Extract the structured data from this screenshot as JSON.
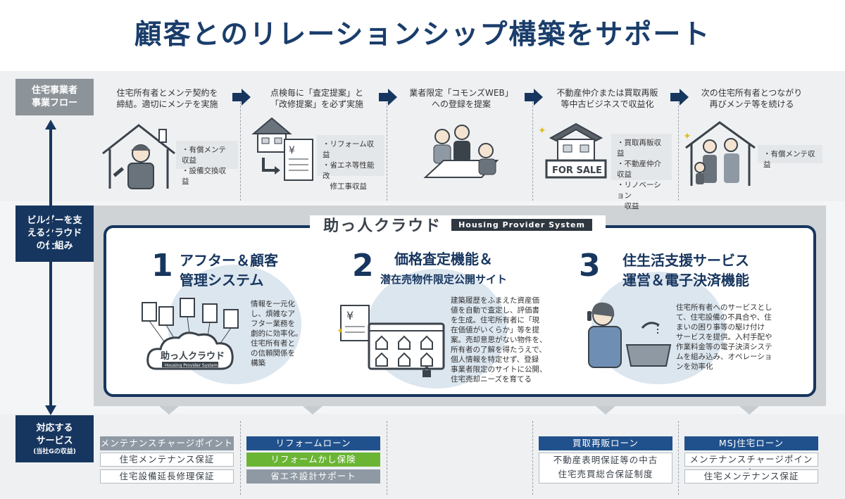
{
  "title": "顧客とのリレーションシップ構築をサポート",
  "labels": {
    "flow": "住宅事業者\n事業フロー",
    "cloud": "ビルダーを支\nえるクラウド\nの仕組み",
    "services_main": "対応する\nサービス",
    "services_sub": "(当社Gの収益)"
  },
  "steps": [
    {
      "text": "住宅所有者とメンテ契約を\n締結。適切にメンテを実施",
      "bullets": "・有償メンテ収益\n・設備交換収益"
    },
    {
      "text": "点検毎に「査定提案」と\n「改修提案」を必ず実施",
      "bullets": "・リフォーム収益\n・省エネ等性能改\n　修工事収益"
    },
    {
      "text": "業者限定「コモンズWEB」\nへの登録を提案",
      "bullets": ""
    },
    {
      "text": "不動産仲介または買取再販\n等中古ビジネスで収益化",
      "bullets": "・買取再販収益\n・不動産仲介収益\n・リノベーション\n　収益"
    },
    {
      "text": "次の住宅所有者とつながり\n再びメンテ等を続ける",
      "bullets": "・有償メンテ収益"
    }
  ],
  "sale_sign": "FOR SALE",
  "cloud": {
    "logo": "助っ人クラウド",
    "tag": "Housing Provider System",
    "small_logo": "助っ人クラウド",
    "small_tag": "Housing Provider System"
  },
  "features": [
    {
      "num": "1",
      "title": "アフター＆顧客\n管理システム",
      "desc": "情報を一元化\nし、煩雑なア\nフター業務を\n劇的に効率化。\n住宅所有者と\nの信頼関係を\n構築"
    },
    {
      "num": "2",
      "title": "価格査定機能＆",
      "subtitle": "潜在売物件限定公開サイト",
      "desc": "建築履歴をふまえた資産価\n値を自動で査定し、評価書\nを生成。住宅所有者に「現\n在価値がいくらか」等を提\n案。売却意思がない物件を、\n所有者の了解を得たうえで、\n個人情報を特定せず、登録\n事業者限定のサイトに公開、\n住宅売却ニーズを育てる"
    },
    {
      "num": "3",
      "title": "住生活支援サービス\n運営＆電子決済機能",
      "desc": "住宅所有者へのサービスとし\nて、住宅設備の不具合や、住\nまいの困り事等の駆け付け\nサービスを提供。入村手配や\n作業料金等の電子決済システ\nムを組み込み、オペレーショ\nンを効率化"
    }
  ],
  "services": {
    "col1": [
      "メンテナンスチャージポイント",
      "住宅メンテナンス保証",
      "住宅設備延長修理保証"
    ],
    "col2": [
      "リフォームローン",
      "リフォームかし保険",
      "省エネ設計サポート"
    ],
    "col3": [],
    "col4_top": "買取再販ローン",
    "col4_box": "不動産表明保証等の中古\n住宅売買総合保証制度",
    "col5": [
      "MSJ住宅ローン",
      "メンテナンスチャージポイント",
      "住宅メンテナンス保証"
    ]
  },
  "colors": {
    "navy": "#17365f",
    "blue": "#21518d",
    "green": "#6bb535",
    "grey": "#8f99a3"
  }
}
